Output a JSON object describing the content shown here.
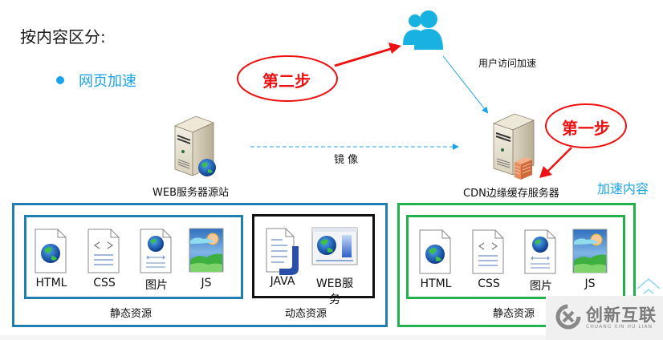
{
  "heading": "按内容区分:",
  "bullet": "网页加速",
  "steps": {
    "step_two": "第二步",
    "step_one": "第一步"
  },
  "nodes": {
    "users_label": "用户访问加速",
    "origin_server_label": "WEB服务器源站",
    "mirror_label": "镜 像",
    "cdn_server_label": "CDN边缘缓存服务器",
    "accelerated_content_label": "加速内容"
  },
  "origin_groups": {
    "static": {
      "title": "静态资源",
      "items": [
        {
          "icon": "html-file-icon",
          "label": "HTML"
        },
        {
          "icon": "css-file-icon",
          "label": "CSS"
        },
        {
          "icon": "image-file-icon",
          "label": "图片"
        },
        {
          "icon": "js-image-icon",
          "label": "JS"
        }
      ]
    },
    "dynamic": {
      "title": "动态资源",
      "items": [
        {
          "icon": "java-file-icon",
          "label": "JAVA"
        },
        {
          "icon": "web-service-icon",
          "label": "WEB服务"
        }
      ]
    }
  },
  "cdn_group": {
    "title": "静态资源",
    "items": [
      {
        "icon": "html-file-icon",
        "label": "HTML"
      },
      {
        "icon": "css-file-icon",
        "label": "CSS"
      },
      {
        "icon": "image-file-icon",
        "label": "图片"
      },
      {
        "icon": "js-image-icon",
        "label": "JS"
      }
    ]
  },
  "watermark": {
    "name": "创新互联",
    "sub": "CHUANG XIN HU LIAN"
  },
  "colors": {
    "accent_blue": "#1aa3e8",
    "origin_box": "#1f7fb0",
    "cdn_box": "#22b14c",
    "dynamic_box": "#111111",
    "step_red": "#ee1111"
  }
}
